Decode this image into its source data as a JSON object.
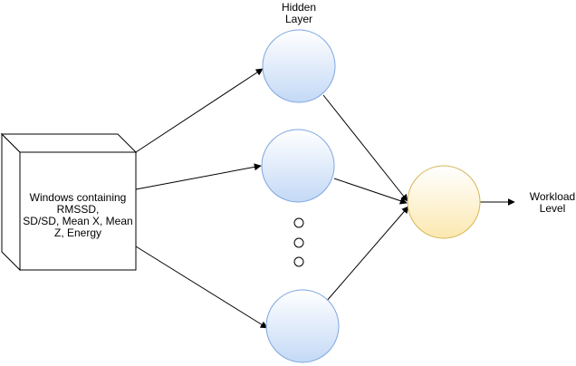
{
  "diagram": {
    "hidden_layer_label": "Hidden\nLayer",
    "input_label": "Windows containing\nRMSSD,\nSD/SD, Mean X, Mean\nZ, Energy",
    "output_label": "Workload\nLevel",
    "colors": {
      "hidden_node_fill_top": "#ffffff",
      "hidden_node_fill_bottom": "#c4d9f6",
      "hidden_node_stroke": "#7ea6e0",
      "output_node_fill_top": "#ffffff",
      "output_node_fill_bottom": "#fbe8b0",
      "output_node_stroke": "#d6b656",
      "line": "#000000"
    }
  }
}
